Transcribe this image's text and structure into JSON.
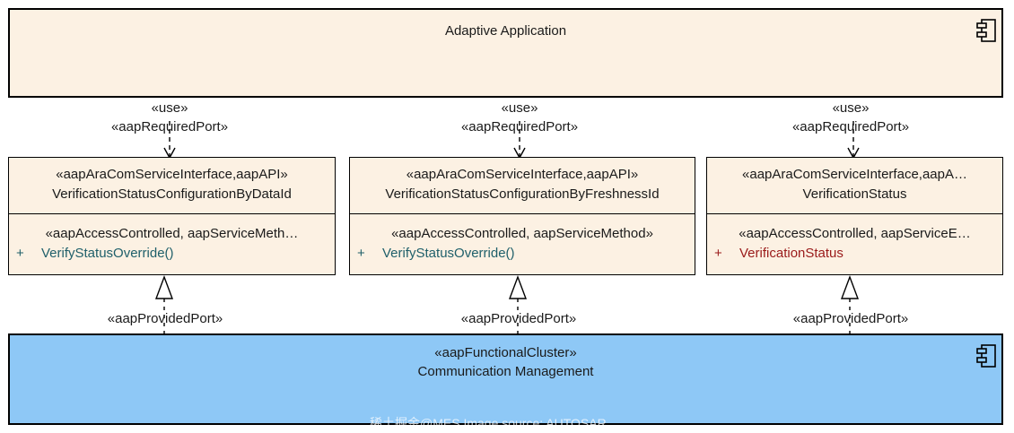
{
  "adaptive_application": {
    "title": "Adaptive Application"
  },
  "required_ports": [
    {
      "stereotype": "«use»",
      "port": "«aapRequiredPort»"
    },
    {
      "stereotype": "«use»",
      "port": "«aapRequiredPort»"
    },
    {
      "stereotype": "«use»",
      "port": "«aapRequiredPort»"
    }
  ],
  "interfaces": [
    {
      "stereotype": "«aapAraComServiceInterface,aapAPI»",
      "name": "VerificationStatusConfigurationByDataId",
      "member_stereotype": "«aapAccessControlled, aapServiceMeth…",
      "visibility": "+",
      "member": "VerifyStatusOverride()"
    },
    {
      "stereotype": "«aapAraComServiceInterface,aapAPI»",
      "name": "VerificationStatusConfigurationByFreshnessId",
      "member_stereotype": "«aapAccessControlled, aapServiceMethod»",
      "visibility": "+",
      "member": "VerifyStatusOverride()"
    },
    {
      "stereotype": "«aapAraComServiceInterface,aapA…",
      "name": "VerificationStatus",
      "member_stereotype": "«aapAccessControlled, aapServiceE…",
      "visibility": "+",
      "member": "VerificationStatus"
    }
  ],
  "provided_ports": [
    {
      "port": "«aapProvidedPort»"
    },
    {
      "port": "«aapProvidedPort»"
    },
    {
      "port": "«aapProvidedPort»"
    }
  ],
  "functional_cluster": {
    "stereotype": "«aapFunctionalCluster»",
    "title": "Communication Management"
  },
  "watermark": "稀土掘金@MES  Image source: AUTOSAR",
  "colors": {
    "component_fill": "#fcf1e3",
    "cluster_fill": "#8ec8f6",
    "operation_text": "#1f5f6a",
    "attribute_text": "#9a1a1a"
  }
}
